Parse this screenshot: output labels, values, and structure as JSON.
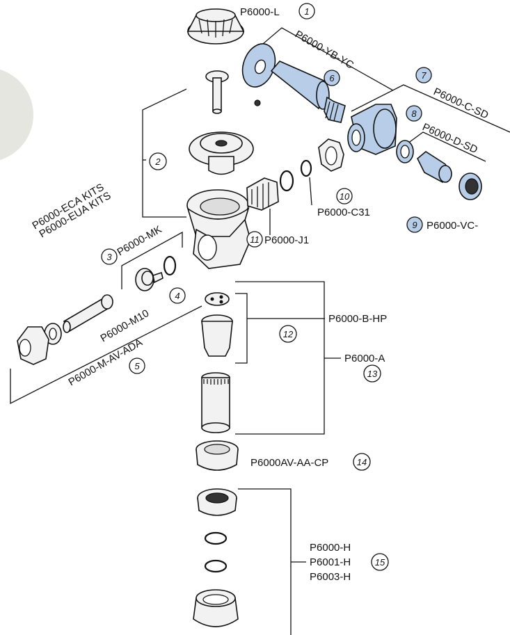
{
  "labels": {
    "p1": "P6000-L",
    "p_yb": "P6000-YB-YC",
    "p_c_sd": "P6000-C-SD",
    "p_d_sd": "P6000-D-SD",
    "p_vc": "P6000-VC-",
    "p_eca": "P6000-ECA KITS",
    "p_eua": "P6000-EUA KITS",
    "p_c31": "P6000-C31",
    "p_j1": "P6000-J1",
    "p_mk": "P6000-MK",
    "p_m10": "P6000-M10",
    "p_mav": "P6000-M-AV-ADA",
    "p_bhp": "P6000-B-HP",
    "p_a": "P6000-A",
    "p_avaa": "P6000AV-AA-CP",
    "p_h": "P6000-H",
    "p_h1": "P6001-H",
    "p_h3": "P6003-H"
  },
  "callouts": {
    "n1": "1",
    "n2": "2",
    "n3": "3",
    "n4": "4",
    "n5": "5",
    "n6": "6",
    "n7": "7",
    "n8": "8",
    "n9": "9",
    "n10": "10",
    "n11": "11",
    "n12": "12",
    "n13": "13",
    "n14": "14",
    "n15": "15"
  },
  "colors": {
    "highlight": "#b7cde8",
    "line": "#111111",
    "background": "#ffffff"
  }
}
